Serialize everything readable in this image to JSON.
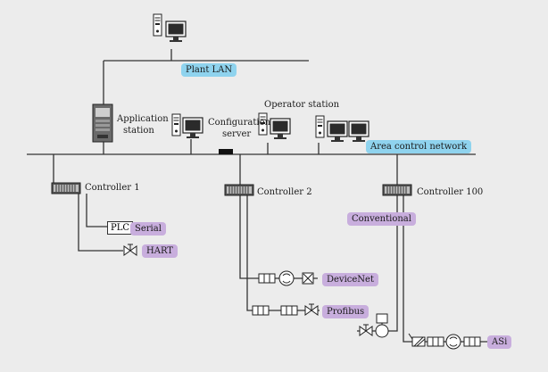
{
  "networks": {
    "plant_lan": "Plant LAN",
    "area_control": "Area control network"
  },
  "stations": {
    "application": [
      "Application",
      "station"
    ],
    "configuration": [
      "Configuration",
      "server"
    ],
    "operator": "Operator station"
  },
  "controllers": [
    "Controller 1",
    "Controller 2",
    "Controller 100"
  ],
  "devices": {
    "plc": "PLC",
    "serial": "Serial",
    "hart": "HART",
    "conventional": "Conventional",
    "devicenet": "DeviceNet",
    "profibus": "Profibus",
    "asi": "ASi"
  },
  "colors": {
    "network_tag": "#8fd3ee",
    "field_tag": "#c8aedd",
    "line": "#333333"
  }
}
